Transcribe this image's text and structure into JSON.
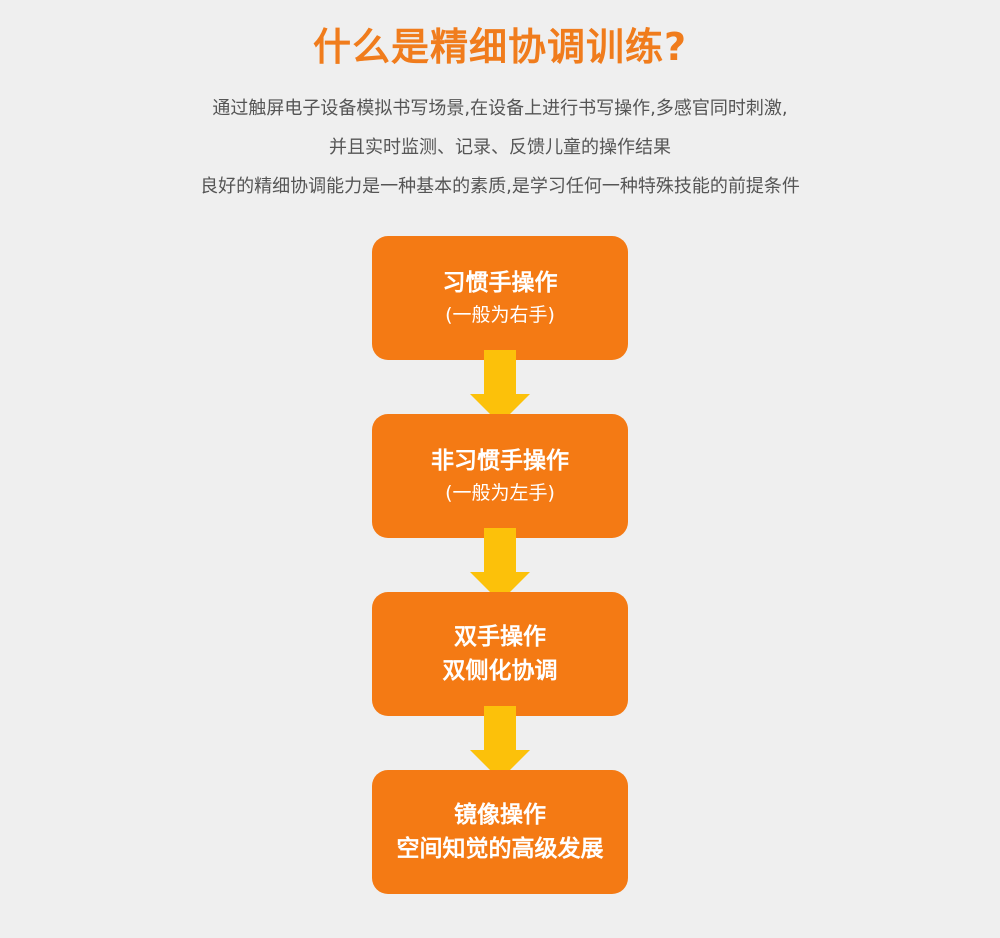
{
  "title": "什么是精细协调训练?",
  "description": [
    "通过触屏电子设备模拟书写场景,在设备上进行书写操作,多感官同时刺激,",
    "并且实时监测、记录、反馈儿童的操作结果",
    "良好的精细协调能力是一种基本的素质,是学习任何一种特殊技能的前提条件"
  ],
  "flow": [
    {
      "line1": "习惯手操作",
      "line2": "(一般为右手)"
    },
    {
      "line1": "非习惯手操作",
      "line2": "(一般为左手)"
    },
    {
      "line1": "双手操作",
      "line2": "双侧化协调"
    },
    {
      "line1": "镜像操作",
      "line2": "空间知觉的高级发展"
    }
  ],
  "colors": {
    "title": "#f07c1c",
    "box": "#f47a14",
    "arrow": "#fcc10a",
    "background": "#efefef"
  }
}
